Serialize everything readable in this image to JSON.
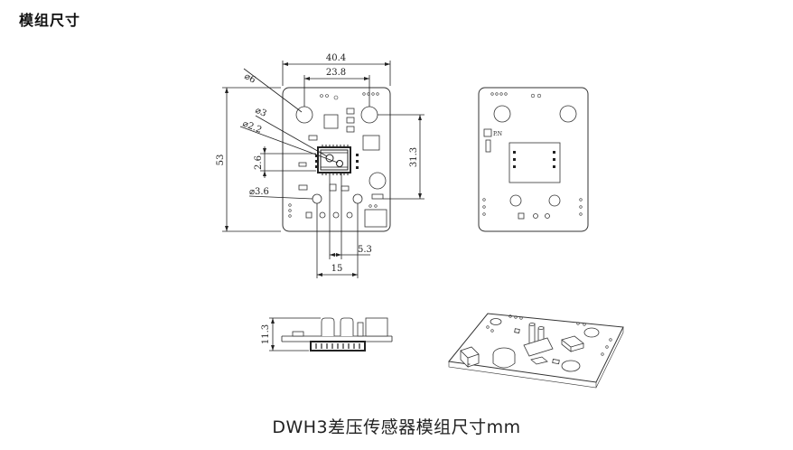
{
  "page": {
    "title": "模组尺寸",
    "caption": "DWH3差压传感器模组尺寸mm"
  },
  "dimensions": {
    "width_outer": "40.4",
    "width_inner": "23.8",
    "height": "53",
    "hole_offset": "31.3",
    "dia_6": "⌀6",
    "dia_3": "⌀3",
    "dia_2_2": "⌀2.2",
    "pitch_2_6": "2.6",
    "dia_3_6": "⌀3.6",
    "offset_5_3": "5.3",
    "spacing_15": "15",
    "thickness_11_3": "11.3"
  },
  "back_view": {
    "label": "P.N"
  }
}
